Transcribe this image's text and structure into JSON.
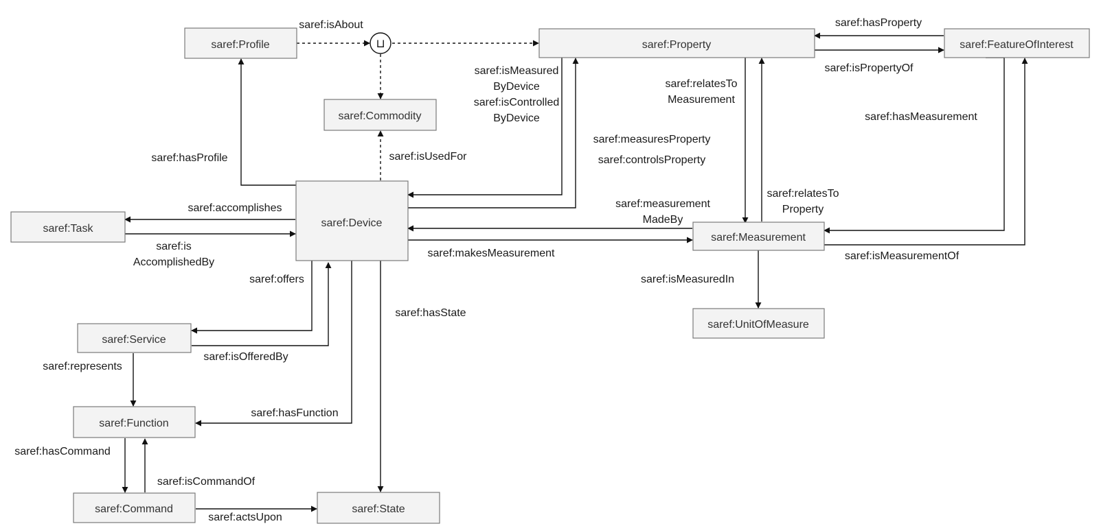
{
  "nodes": {
    "profile": "saref:Profile",
    "property": "saref:Property",
    "feature_of_interest": "saref:FeatureOfInterest",
    "commodity": "saref:Commodity",
    "device": "saref:Device",
    "task": "saref:Task",
    "measurement": "saref:Measurement",
    "unit_of_measure": "saref:UnitOfMeasure",
    "service": "saref:Service",
    "function": "saref:Function",
    "command": "saref:Command",
    "state": "saref:State"
  },
  "union_symbol": "⊔",
  "labels": {
    "is_about": "saref:isAbout",
    "has_property": "saref:hasProperty",
    "is_property_of": "saref:isPropertyOf",
    "is_measured_by_device_1": "saref:isMeasured",
    "is_measured_by_device_2": "ByDevice",
    "is_controlled_by_device_1": "saref:isControlled",
    "is_controlled_by_device_2": "ByDevice",
    "relates_to_measurement_1": "saref:relatesTo",
    "relates_to_measurement_2": "Measurement",
    "has_measurement": "saref:hasMeasurement",
    "measures_property": "saref:measuresProperty",
    "controls_property": "saref:controlsProperty",
    "has_profile": "saref:hasProfile",
    "is_used_for": "saref:isUsedFor",
    "relates_to_property_1": "saref:relatesTo",
    "relates_to_property_2": "Property",
    "accomplishes": "saref:accomplishes",
    "measurement_made_by_1": "saref:measurement",
    "measurement_made_by_2": "MadeBy",
    "is_accomplished_by_1": "saref:is",
    "is_accomplished_by_2": "AccomplishedBy",
    "makes_measurement": "saref:makesMeasurement",
    "is_measurement_of": "saref:isMeasurementOf",
    "offers": "saref:offers",
    "is_measured_in": "saref:isMeasuredIn",
    "has_state": "saref:hasState",
    "is_offered_by": "saref:isOfferedBy",
    "represents": "saref:represents",
    "has_function": "saref:hasFunction",
    "has_command": "saref:hasCommand",
    "is_command_of": "saref:isCommandOf",
    "acts_upon": "saref:actsUpon"
  }
}
